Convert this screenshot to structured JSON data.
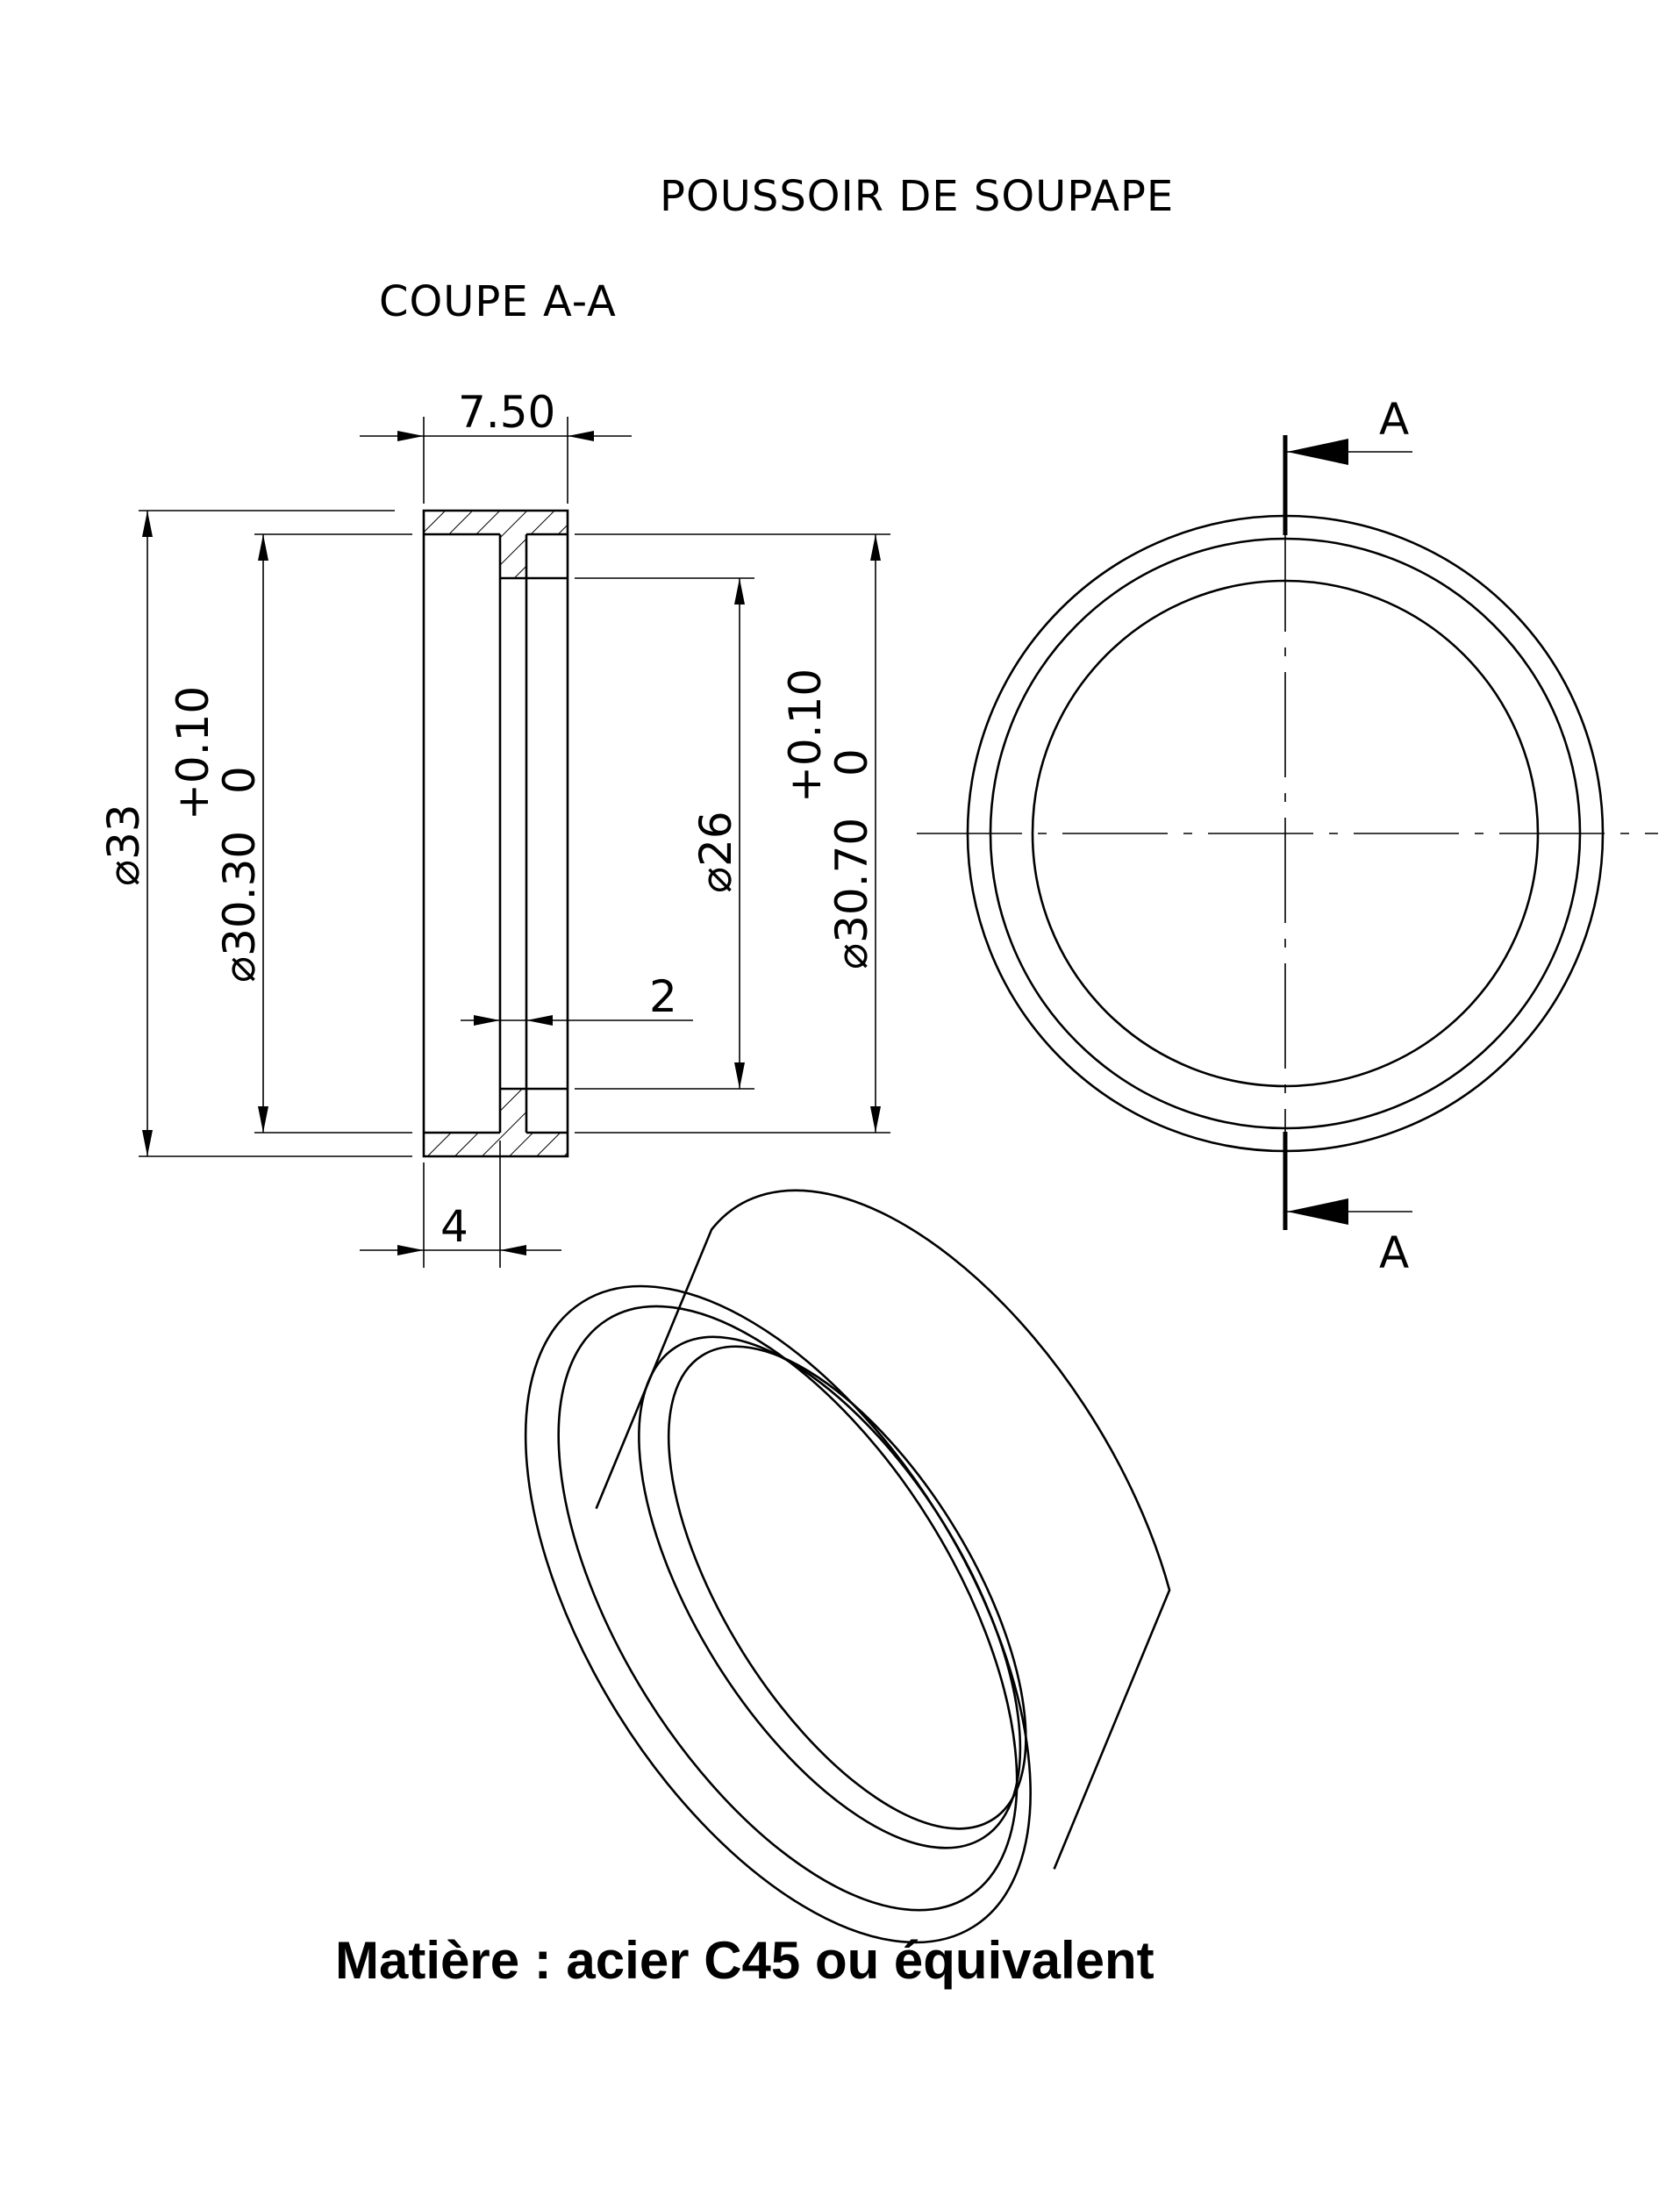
{
  "title": "POUSSOIR DE SOUPAPE",
  "section_label": "COUPE A-A",
  "material": "Matière : acier C45 ou équivalent",
  "dimensions": {
    "width_top": "7.50",
    "width_bottom": "4",
    "step": "2",
    "dia_outer": "⌀33",
    "dia_bore": "⌀30.30",
    "dia_bore_tol_upper": "+0.10",
    "dia_bore_tol_lower": "0",
    "dia_inner": "⌀26",
    "dia_counterbore": "⌀30.70",
    "dia_counterbore_tol_upper": "+0.10",
    "dia_counterbore_tol_lower": "0"
  },
  "section_marks": {
    "top": "A",
    "bottom": "A"
  }
}
